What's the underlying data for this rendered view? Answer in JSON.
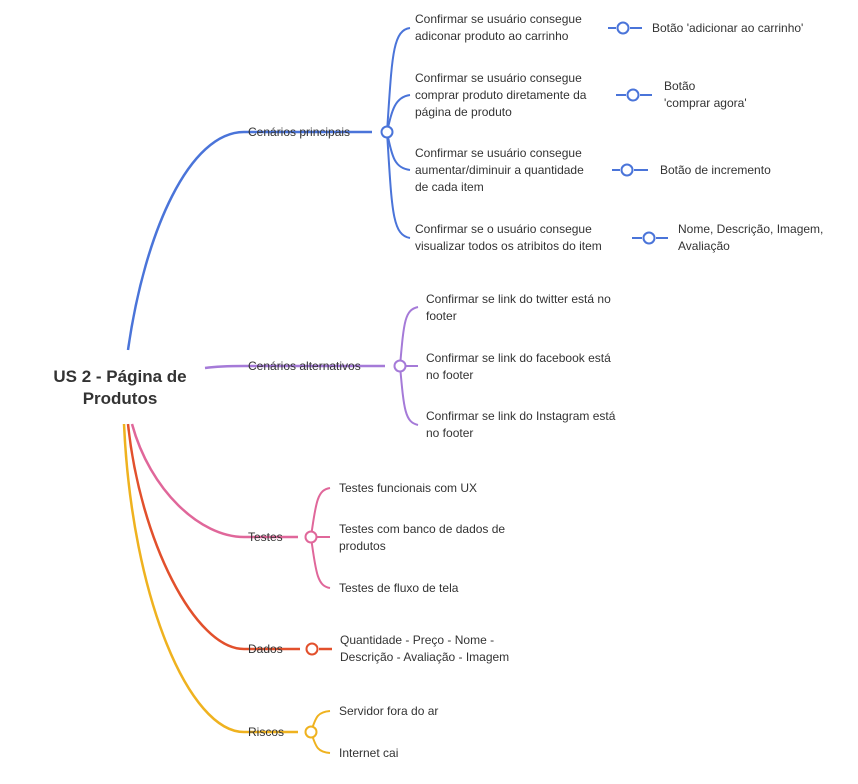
{
  "root": {
    "line1": "US 2 - Página de",
    "line2": "Produtos"
  },
  "colors": {
    "principal": "#4a74d9",
    "alternativo": "#a57ad8",
    "testes": "#e0679a",
    "dados": "#e2502c",
    "riscos": "#efb21f"
  },
  "branches": {
    "principais": {
      "label": "Cenários principais",
      "items": [
        {
          "line1": "Confirmar se usuário consegue",
          "line2": "adiconar produto ao carrinho",
          "leaf": "Botão 'adicionar ao carrinho'"
        },
        {
          "line1": "Confirmar se usuário consegue",
          "line2": "comprar produto diretamente da",
          "line3": "página de produto",
          "leaf1": "Botão",
          "leaf2": "'comprar agora'"
        },
        {
          "line1": "Confirmar se usuário consegue",
          "line2": "aumentar/diminuir a quantidade",
          "line3": "de cada item",
          "leaf": "Botão de incremento"
        },
        {
          "line1": "Confirmar se o usuário consegue",
          "line2": "visualizar todos os atribitos do item",
          "leaf1": "Nome, Descrição, Imagem,",
          "leaf2": "Avaliação"
        }
      ]
    },
    "alternativos": {
      "label": "Cenários alternativos",
      "items": [
        {
          "line1": "Confirmar se link do twitter está no",
          "line2": "footer"
        },
        {
          "line1": "Confirmar se link do facebook está",
          "line2": "no footer"
        },
        {
          "line1": "Confirmar se link do Instagram está",
          "line2": "no footer"
        }
      ]
    },
    "testes": {
      "label": "Testes",
      "items": [
        {
          "line1": "Testes funcionais com UX"
        },
        {
          "line1": "Testes com banco de dados de",
          "line2": "produtos"
        },
        {
          "line1": "Testes de fluxo de tela"
        }
      ]
    },
    "dados": {
      "label": "Dados",
      "line1": "Quantidade - Preço - Nome -",
      "line2": "Descrição - Avaliação - Imagem"
    },
    "riscos": {
      "label": "Riscos",
      "items": [
        {
          "line1": "Servidor fora do ar"
        },
        {
          "line1": "Internet cai"
        }
      ]
    }
  }
}
